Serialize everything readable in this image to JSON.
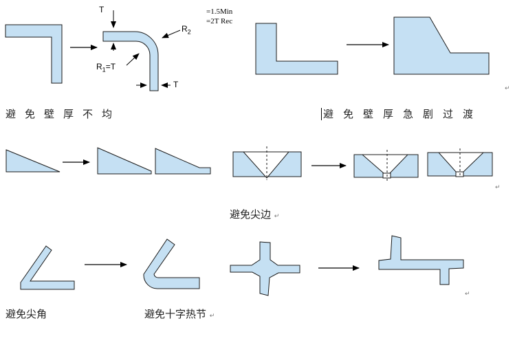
{
  "colors": {
    "fill": "#c5e0f3",
    "stroke": "#1a1a1a"
  },
  "row1": {
    "caption_left": "避免壁厚不均",
    "caption_right": "避免壁厚急剧过渡",
    "dim_T_top": "T",
    "dim_T_side": "T",
    "dim_R2": "R",
    "dim_R2_sub": "2",
    "dim_R1": "R",
    "dim_R1_sub": "1",
    "dim_R1_eq": "=T",
    "note_line1": "=1.5Min",
    "note_line2": "=2T Rec"
  },
  "row2": {
    "caption": "避免尖边"
  },
  "row3": {
    "caption_left": "避免尖角",
    "caption_right": "避免十字热节"
  },
  "paragraph_mark": "↵"
}
